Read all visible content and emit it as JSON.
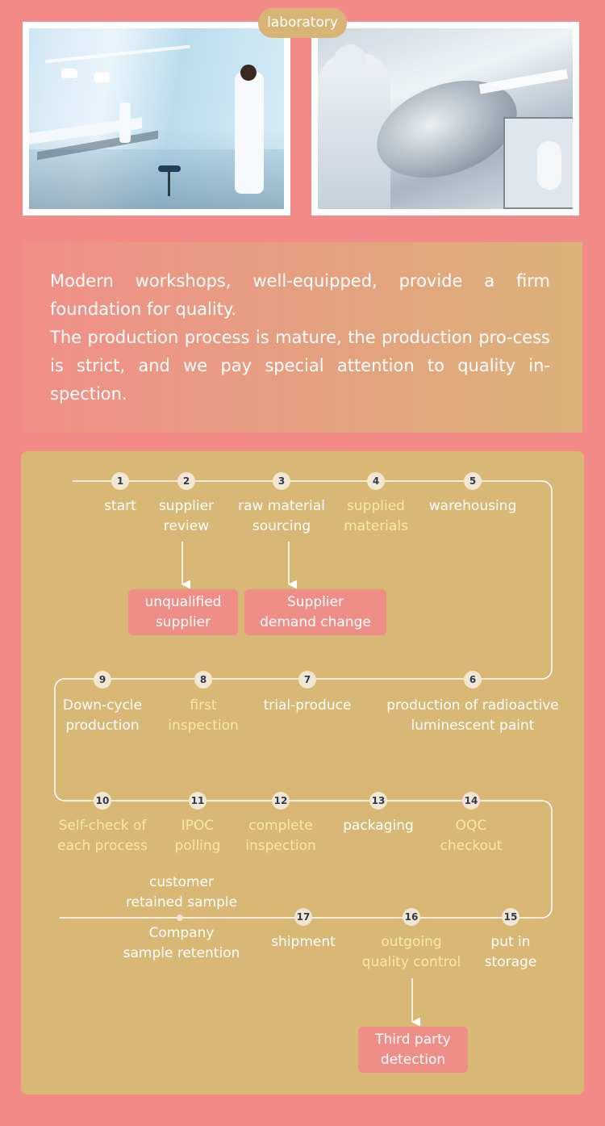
{
  "header": {
    "tag_label": "laboratory"
  },
  "photos": [
    {
      "name": "laboratory-photo"
    },
    {
      "name": "cleanroom-photo"
    }
  ],
  "intro": {
    "line1": "Modern workshops, well-equipped, provide a firm foundation for quality.",
    "line2": "The production process is mature, the production pro-cess is strict, and we pay special attention to quality in-spection."
  },
  "flow": {
    "nodes": [
      {
        "num": "1",
        "label": [
          "start"
        ],
        "highlight": false
      },
      {
        "num": "2",
        "label": [
          "supplier",
          "review"
        ],
        "highlight": false
      },
      {
        "num": "3",
        "label": [
          "raw material",
          "sourcing"
        ],
        "highlight": false
      },
      {
        "num": "4",
        "label": [
          "supplied",
          "materials"
        ],
        "highlight": true
      },
      {
        "num": "5",
        "label": [
          "warehousing"
        ],
        "highlight": false
      },
      {
        "num": "6",
        "label": [
          "production of radioactive",
          "luminescent paint"
        ],
        "highlight": false
      },
      {
        "num": "7",
        "label": [
          "trial-produce"
        ],
        "highlight": false
      },
      {
        "num": "8",
        "label": [
          "first",
          "inspection"
        ],
        "highlight": true
      },
      {
        "num": "9",
        "label": [
          "Down-cycle",
          "production"
        ],
        "highlight": false
      },
      {
        "num": "10",
        "label": [
          "Self-check of",
          "each process"
        ],
        "highlight": true
      },
      {
        "num": "11",
        "label": [
          "IPOC",
          "polling"
        ],
        "highlight": true
      },
      {
        "num": "12",
        "label": [
          "complete",
          "inspection"
        ],
        "highlight": true
      },
      {
        "num": "13",
        "label": [
          "packaging"
        ],
        "highlight": false
      },
      {
        "num": "14",
        "label": [
          "OQC",
          "checkout"
        ],
        "highlight": true
      },
      {
        "num": "15",
        "label": [
          "put in",
          "storage"
        ],
        "highlight": false
      },
      {
        "num": "16",
        "label": [
          "outgoing",
          "quality control"
        ],
        "highlight": true
      },
      {
        "num": "17",
        "label": [
          "shipment"
        ],
        "highlight": false
      }
    ],
    "branches": {
      "unqualified_supplier": [
        "unqualified",
        "supplier"
      ],
      "supplier_demand_change": [
        "Supplier",
        "demand change"
      ],
      "third_party": [
        "Third party",
        "detection"
      ]
    },
    "samples": {
      "customer": [
        "customer",
        "retained sample"
      ],
      "company": [
        "Company",
        "sample retention"
      ]
    }
  }
}
